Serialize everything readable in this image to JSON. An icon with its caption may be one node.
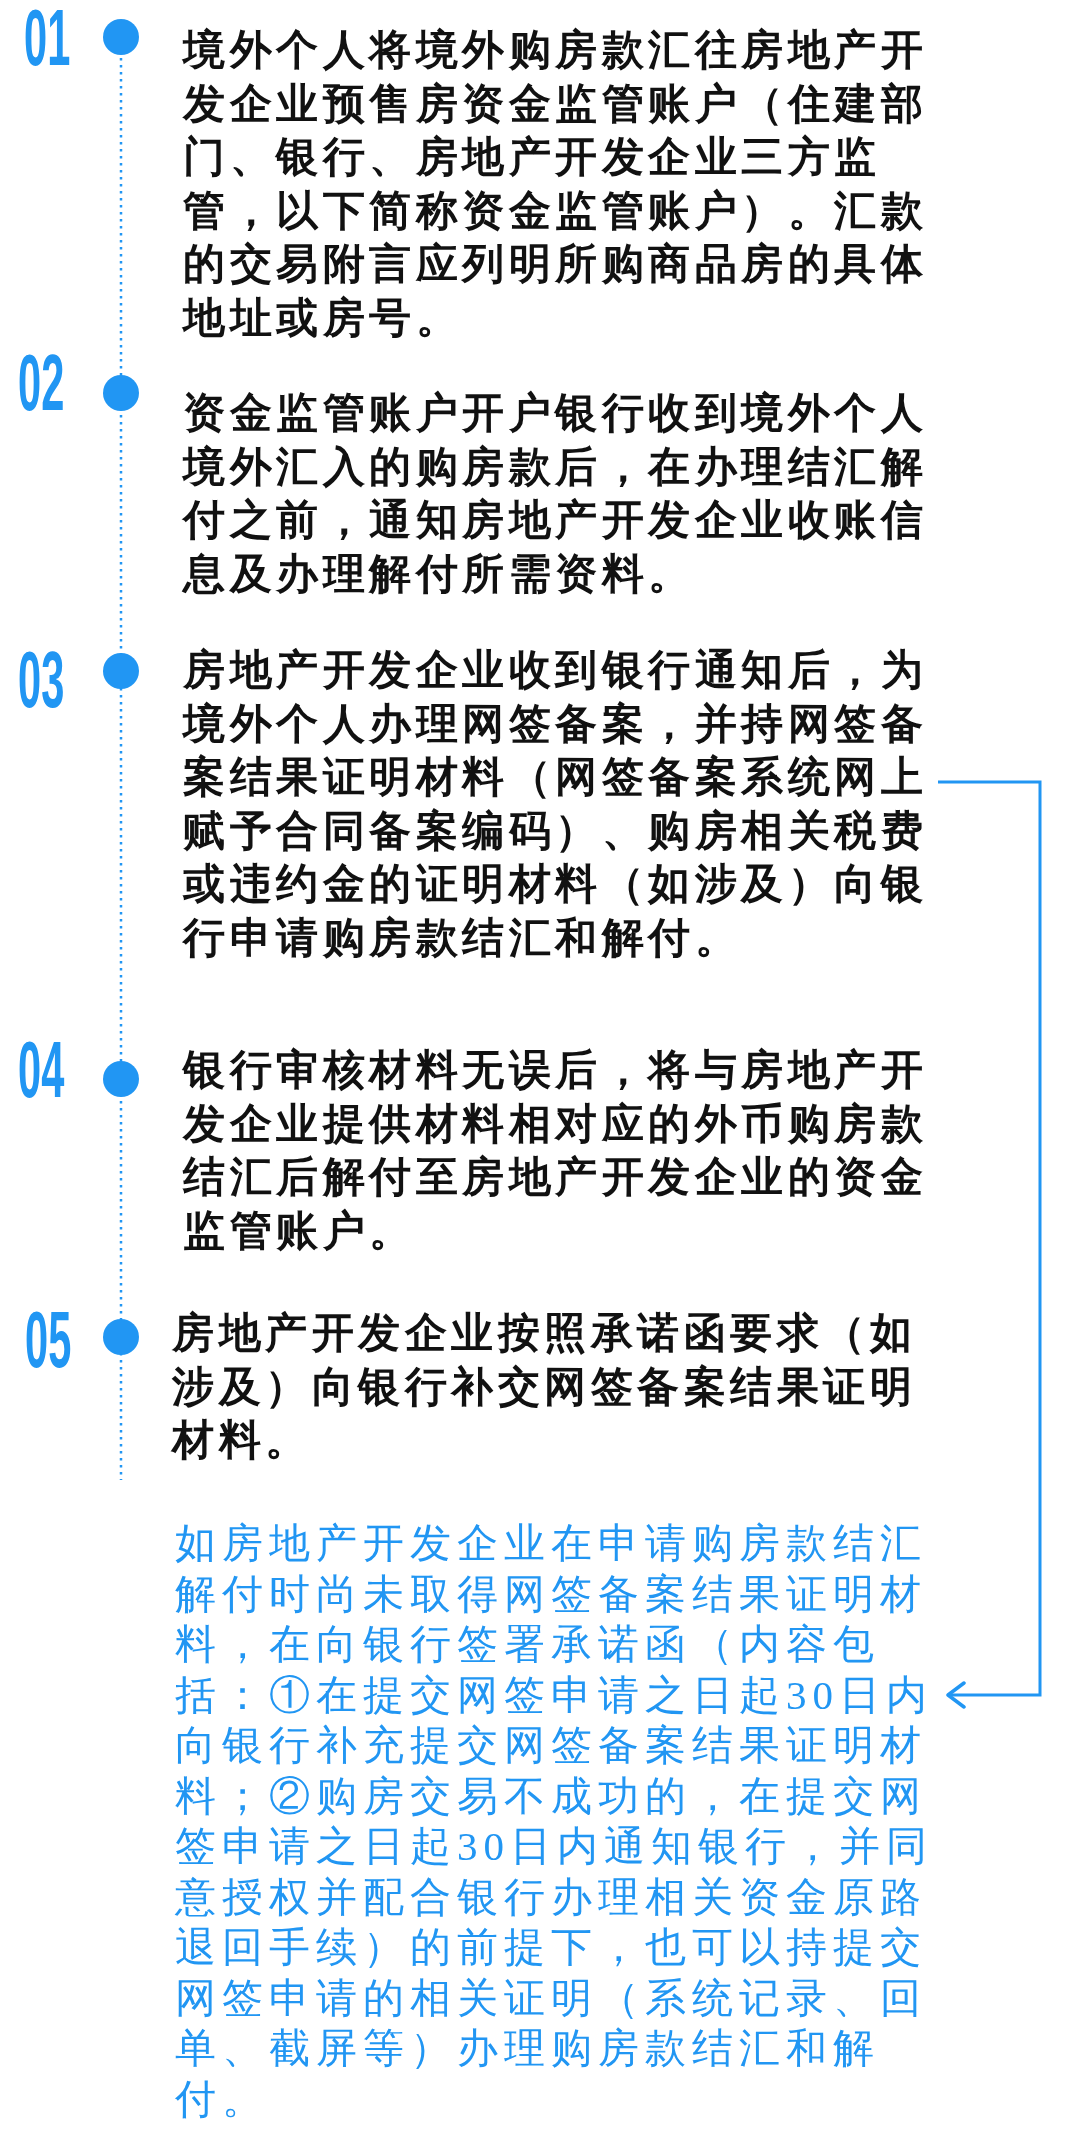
{
  "diagram": {
    "nodes": [
      {
        "text": [
          "境外个人将境外购房款汇往房地产开发企业预售房资金监管账户（住建部门、银行、房地产开发企业三方监管，以下简称资金监管账户）。汇款的交易附言应列明所购商品房的具体地址或房号。"
        ],
        "beside": [
          "01"
        ]
      },
      {
        "text": [
          "资金监管账户开户银行收到境外个人境外汇入的购房款后，在办理结汇解付之前，通知房地产开发企业收账信息及办理解付所需资料。"
        ],
        "beside": [
          "02"
        ]
      },
      {
        "text": [
          "房地产开发企业收到银行通知后，为境外个人办理网签备案，并持网签备案结果证明材料（网签备案系统网上赋予合同备案编码）、购房相关税费或违约金的证明材料（如涉及）向银行申请购房款结汇和解付。"
        ],
        "beside": [
          "03"
        ]
      },
      {
        "text": [
          "银行审核材料无误后，将与房地产开发企业提供材料相对应的外币购房款结汇后解付至房地产开发企业的资金监管账户。"
        ],
        "beside": [
          "04"
        ]
      },
      {
        "text": [
          "房地产开发企业按照承诺函要求（如涉及）向银行补交网签备案结果证明材料。"
        ],
        "beside": [
          "05"
        ]
      },
      {
        "text": [
          "如房地产开发企业在申请购房款结汇解付时尚未取得网签备案结果证明材料，在向银行签署承诺函（内容包括：①在提交网签申请之日起30日内向银行补充提交网签备案结果证明材料；②购房交易不成功的，在提交网签申请之日起30日内通知银行，并同意授权并配合银行办理相关资金原路退回手续）的前提下，也可以持提交网签申请的相关证明（系统记录、回单、截屏等）办理购房款结汇和解付。"
        ]
      }
    ],
    "edges": [
      {
        "from": 2,
        "to": 5,
        "arrow": "to"
      }
    ]
  }
}
